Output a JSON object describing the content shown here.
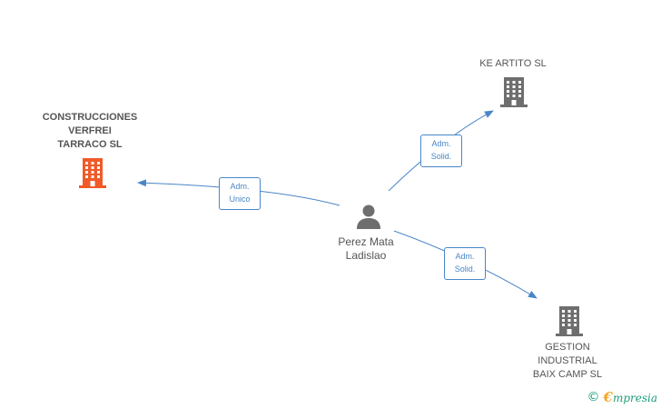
{
  "nodes": {
    "center_person": {
      "line1": "Perez Mata",
      "line2": "Ladislao"
    },
    "main_company": {
      "line1": "CONSTRUCCIONES",
      "line2": "VERFREI",
      "line3": "TARRACO SL"
    },
    "company_ke_artito": {
      "line1": "KE ARTITO SL"
    },
    "company_gestion": {
      "line1": "GESTION",
      "line2": "INDUSTRIAL",
      "line3": "BAIX CAMP SL"
    }
  },
  "edges": {
    "to_main": {
      "line1": "Adm.",
      "line2": "Unico"
    },
    "to_ke_artito": {
      "line1": "Adm.",
      "line2": "Solid."
    },
    "to_gestion": {
      "line1": "Adm.",
      "line2": "Solid."
    }
  },
  "brand": {
    "copyright": "©",
    "initial": "€",
    "name": "mpresia"
  },
  "colors": {
    "main_company": "#f05a28",
    "company": "#6e6e6e",
    "person": "#6e6e6e",
    "edge": "#4a86c8",
    "brand": "#1a9e7a"
  },
  "icons": {
    "company": "building-icon",
    "person": "person-icon"
  }
}
